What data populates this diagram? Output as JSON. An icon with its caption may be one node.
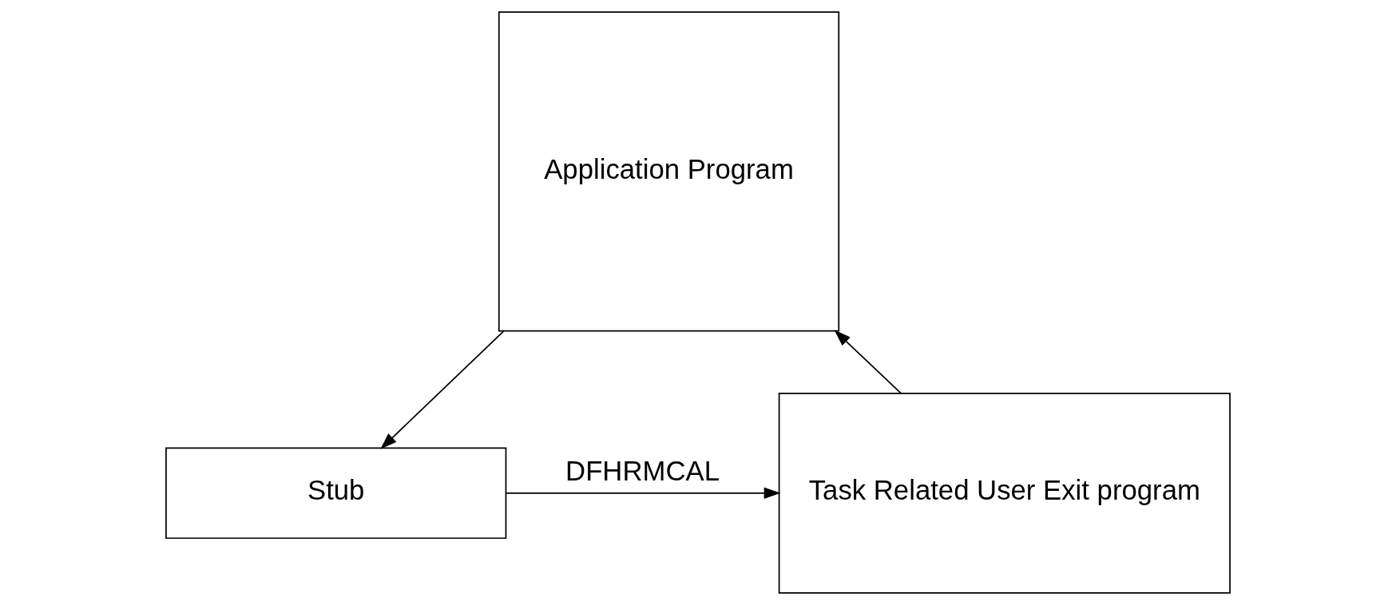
{
  "diagram": {
    "nodes": [
      {
        "text": [
          "Application Program"
        ]
      },
      {
        "text": [
          "Stub"
        ]
      },
      {
        "text": [
          "Task Related User Exit program"
        ]
      }
    ],
    "edges": [
      {
        "from": 0,
        "to": 1,
        "arrow": "to"
      },
      {
        "from": 1,
        "to": 2,
        "label": "DFHRMCAL",
        "arrow": "to"
      },
      {
        "from": 2,
        "to": 0,
        "arrow": "to"
      }
    ]
  }
}
